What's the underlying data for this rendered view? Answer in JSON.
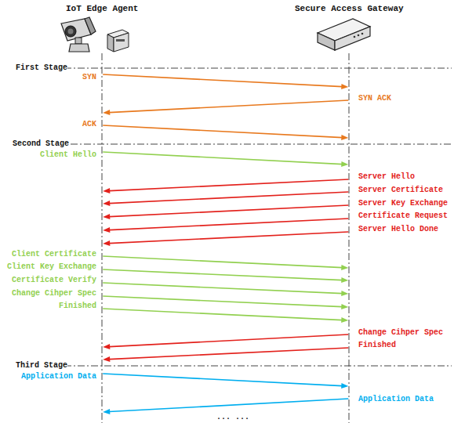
{
  "diagram": {
    "nodes": [
      {
        "text": [
          "IoT Edge Agent"
        ]
      },
      {
        "text": [
          "Secure Access Gateway"
        ]
      }
    ],
    "edges": [
      {
        "from": 0,
        "to": 1,
        "arrow": "to",
        "label": "SYN"
      },
      {
        "from": 1,
        "to": 0,
        "arrow": "to",
        "label": "SYN ACK"
      },
      {
        "from": 0,
        "to": 1,
        "arrow": "to",
        "label": "ACK"
      },
      {
        "from": 0,
        "to": 1,
        "arrow": "to",
        "label": "Client Hello"
      },
      {
        "from": 1,
        "to": 0,
        "arrow": "to",
        "label": "Server Hello"
      },
      {
        "from": 1,
        "to": 0,
        "arrow": "to",
        "label": "Server Certificate"
      },
      {
        "from": 1,
        "to": 0,
        "arrow": "to",
        "label": "Server Key Exchange"
      },
      {
        "from": 1,
        "to": 0,
        "arrow": "to",
        "label": "Certificate Request"
      },
      {
        "from": 1,
        "to": 0,
        "arrow": "to",
        "label": "Server Hello Done"
      },
      {
        "from": 0,
        "to": 1,
        "arrow": "to",
        "label": "Client Certificate"
      },
      {
        "from": 0,
        "to": 1,
        "arrow": "to",
        "label": "Client Key Exchange"
      },
      {
        "from": 0,
        "to": 1,
        "arrow": "to",
        "label": "Certificate Verify"
      },
      {
        "from": 0,
        "to": 1,
        "arrow": "to",
        "label": "Change Cihper Spec"
      },
      {
        "from": 0,
        "to": 1,
        "arrow": "to",
        "label": "Finished"
      },
      {
        "from": 1,
        "to": 0,
        "arrow": "to",
        "label": "Change Cihper Spec"
      },
      {
        "from": 1,
        "to": 0,
        "arrow": "to",
        "label": "Finished"
      },
      {
        "from": 0,
        "to": 1,
        "arrow": "to",
        "label": "Application Data"
      },
      {
        "from": 1,
        "to": 0,
        "arrow": "to",
        "label": "Application Data"
      }
    ],
    "labels": [
      "First Stage",
      "Second Stage",
      "Third Stage",
      "... ..."
    ]
  }
}
